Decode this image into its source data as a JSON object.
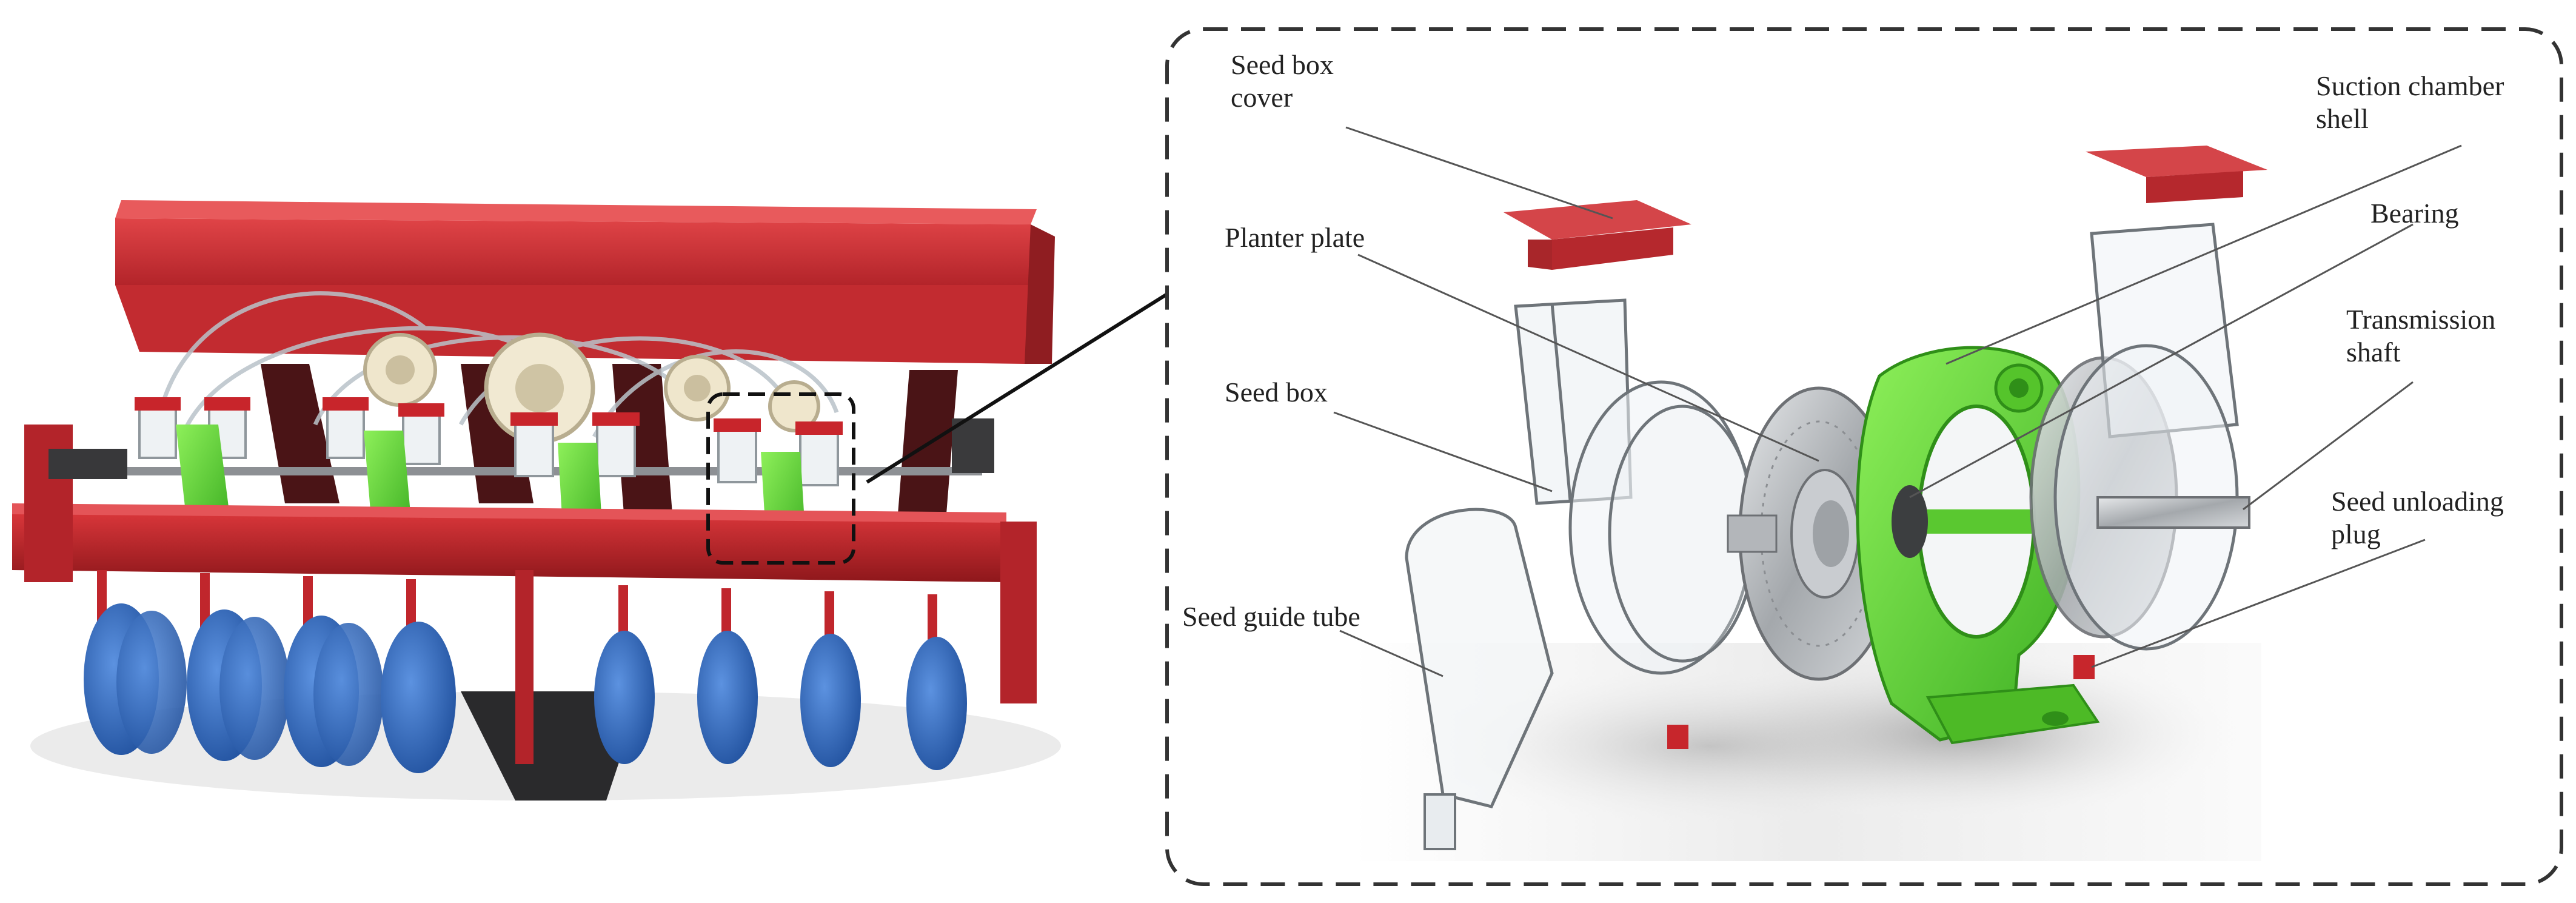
{
  "labels": {
    "seed_box_cover": "Seed box\ncover",
    "planter_plate": "Planter plate",
    "seed_box": "Seed box",
    "seed_guide_tube": "Seed guide tube",
    "suction_chamber_shell": "Suction chamber\nshell",
    "bearing": "Bearing",
    "transmission_shaft": "Transmission\nshaft",
    "seed_unloading_plug": "Seed unloading\nplug"
  },
  "colors": {
    "frame_red": "#d42a2e",
    "frame_dark_red": "#9c1c20",
    "disc_blue": "#2f6fc9",
    "housing_green": "#6fe03a",
    "clear_plastic": "#e8eef2",
    "metal_gray": "#a9acae",
    "dash_border": "#333333"
  }
}
